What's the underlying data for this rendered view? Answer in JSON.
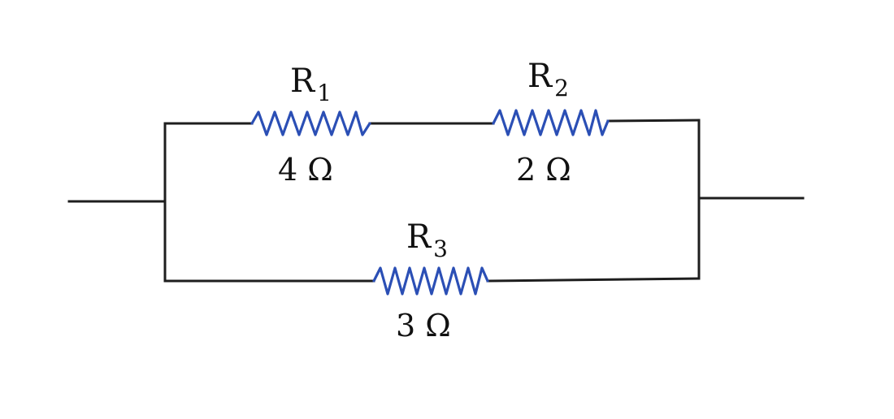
{
  "circuit": {
    "resistors": [
      {
        "id": "r1",
        "symbol": "R",
        "subscript": "1",
        "value": "4 Ω"
      },
      {
        "id": "r2",
        "symbol": "R",
        "subscript": "2",
        "value": "2 Ω"
      },
      {
        "id": "r3",
        "symbol": "R",
        "subscript": "3",
        "value": "3 Ω"
      }
    ],
    "colors": {
      "wire": "#1e1e1e",
      "resistor": "#2b4fb5",
      "text": "#111111"
    }
  }
}
